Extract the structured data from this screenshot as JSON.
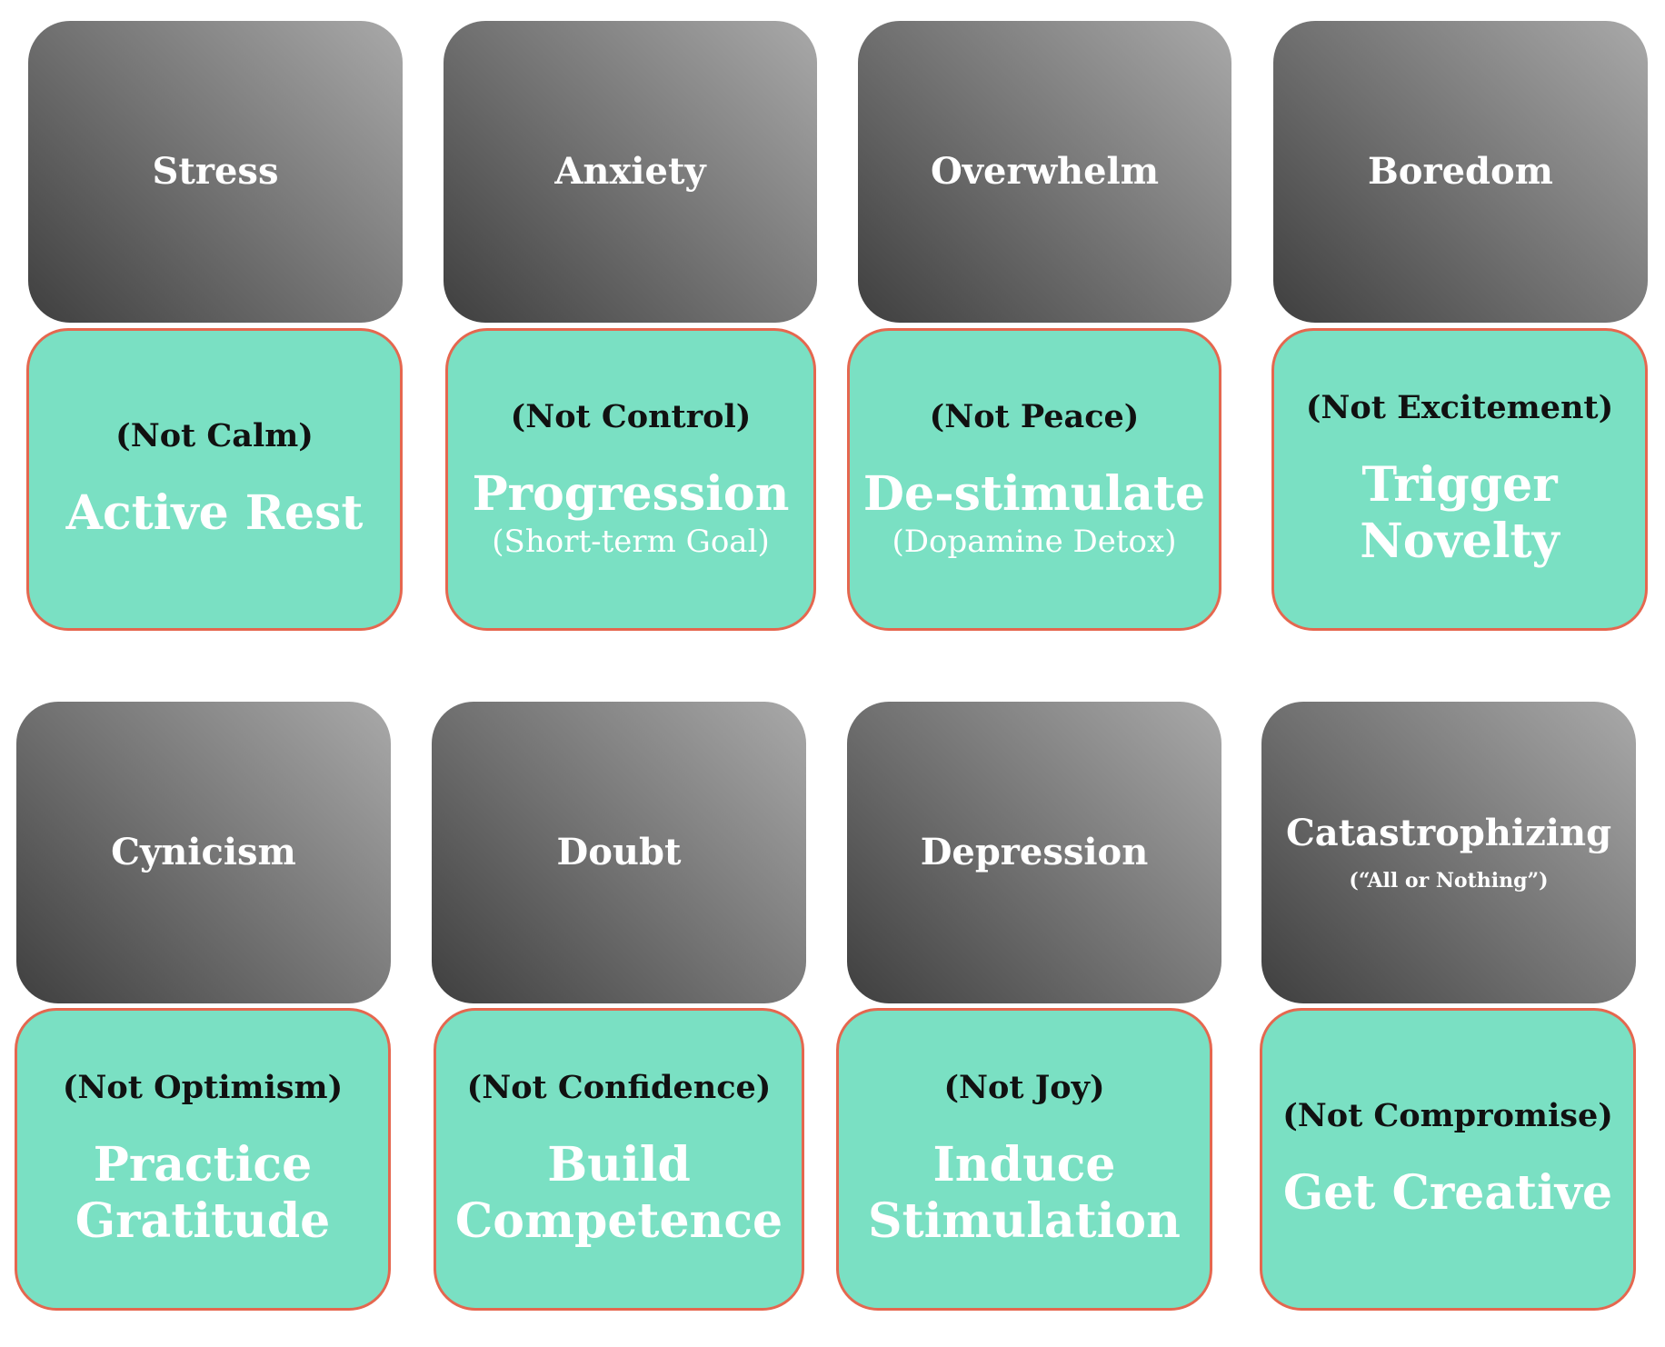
{
  "rows": [
    {
      "cards": [
        {
          "state": "Stress",
          "state_sub": "",
          "not_label": "(Not Calm)",
          "action": "Active Rest",
          "detail": ""
        },
        {
          "state": "Anxiety",
          "state_sub": "",
          "not_label": "(Not Control)",
          "action": "Progression",
          "detail": "(Short-term Goal)"
        },
        {
          "state": "Overwhelm",
          "state_sub": "",
          "not_label": "(Not Peace)",
          "action": "De-stimulate",
          "detail": "(Dopamine Detox)"
        },
        {
          "state": "Boredom",
          "state_sub": "",
          "not_label": "(Not Excitement)",
          "action": "Trigger Novelty",
          "detail": ""
        }
      ]
    },
    {
      "cards": [
        {
          "state": "Cynicism",
          "state_sub": "",
          "not_label": "(Not Optimism)",
          "action": "Practice Gratitude",
          "detail": ""
        },
        {
          "state": "Doubt",
          "state_sub": "",
          "not_label": "(Not Confidence)",
          "action": "Build Competence",
          "detail": ""
        },
        {
          "state": "Depression",
          "state_sub": "",
          "not_label": "(Not Joy)",
          "action": "Induce Stimulation",
          "detail": ""
        },
        {
          "state": "Catastrophizing",
          "state_sub": "(“All or Nothing”)",
          "not_label": "(Not Compromise)",
          "action": "Get Creative",
          "detail": ""
        }
      ]
    }
  ],
  "colors": {
    "state_gradient_dark": "#3f3f3f",
    "state_gradient_light": "#a9a9a9",
    "remedy_fill": "#7ae0c3",
    "remedy_border": "#e5674f",
    "not_text": "#111111",
    "action_text": "#ffffff"
  }
}
